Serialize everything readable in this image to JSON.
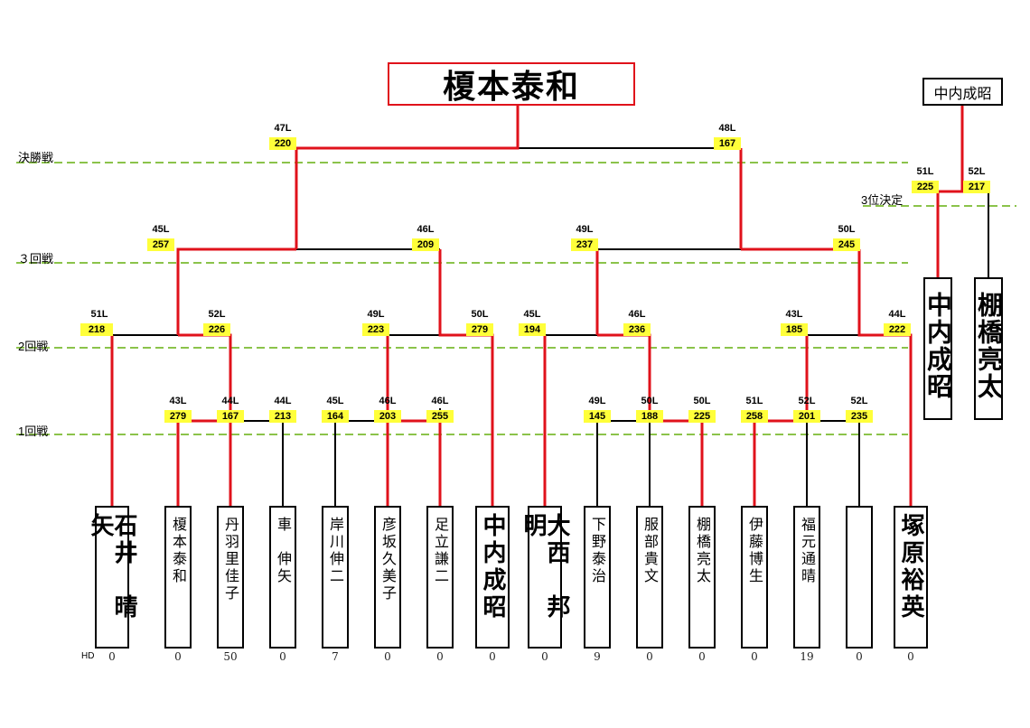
{
  "winner": "榎本泰和",
  "third_place_winner": "中内成昭",
  "round_labels": {
    "final": "決勝戦",
    "r3": "３回戦",
    "r2": "2回戦",
    "r1": "1回戦",
    "third": "3位決定"
  },
  "hd_label": "HD",
  "colors": {
    "win_line": "#e0121b",
    "lose_line": "#000000",
    "guide": "#8bc34a",
    "score_bg": "#ffff3a"
  },
  "players": [
    {
      "name": "石井　晴矢",
      "hd": "0"
    },
    {
      "name": "榎本泰和",
      "hd": "0"
    },
    {
      "name": "丹羽里佳子",
      "hd": "50"
    },
    {
      "name": "車　伸矢",
      "hd": "0"
    },
    {
      "name": "岸川伸二",
      "hd": "7"
    },
    {
      "name": "彦坂久美子",
      "hd": "0"
    },
    {
      "name": "足立謙二",
      "hd": "0"
    },
    {
      "name": "中内成昭",
      "hd": "0"
    },
    {
      "name": "大西　邦明",
      "hd": "0"
    },
    {
      "name": "下野泰治",
      "hd": "9"
    },
    {
      "name": "服部貴文",
      "hd": "0"
    },
    {
      "name": "棚橋亮太",
      "hd": "0"
    },
    {
      "name": "伊藤博生",
      "hd": "0"
    },
    {
      "name": "福元通晴",
      "hd": "19"
    },
    {
      "name": "",
      "hd": "0"
    },
    {
      "name": "塚原裕英",
      "hd": "0"
    }
  ],
  "entries": {
    "r1": [
      {
        "lane": "43L",
        "score": "279"
      },
      {
        "lane": "44L",
        "score": "167"
      },
      {
        "lane": "44L",
        "score": "213"
      },
      {
        "lane": "45L",
        "score": "164"
      },
      {
        "lane": "46L",
        "score": "203"
      },
      {
        "lane": "46L",
        "score": "255"
      },
      {
        "lane": "49L",
        "score": "145"
      },
      {
        "lane": "50L",
        "score": "188"
      },
      {
        "lane": "50L",
        "score": "225"
      },
      {
        "lane": "51L",
        "score": "258"
      },
      {
        "lane": "52L",
        "score": "201"
      },
      {
        "lane": "52L",
        "score": "235"
      }
    ],
    "r2": [
      {
        "lane": "51L",
        "score": "218"
      },
      {
        "lane": "52L",
        "score": "226"
      },
      {
        "lane": "49L",
        "score": "223"
      },
      {
        "lane": "50L",
        "score": "279"
      },
      {
        "lane": "45L",
        "score": "194"
      },
      {
        "lane": "46L",
        "score": "236"
      },
      {
        "lane": "43L",
        "score": "185"
      },
      {
        "lane": "44L",
        "score": "222"
      }
    ],
    "r3": [
      {
        "lane": "45L",
        "score": "257"
      },
      {
        "lane": "46L",
        "score": "209"
      },
      {
        "lane": "49L",
        "score": "237"
      },
      {
        "lane": "50L",
        "score": "245"
      }
    ],
    "final": [
      {
        "lane": "47L",
        "score": "220"
      },
      {
        "lane": "48L",
        "score": "167"
      }
    ],
    "third": [
      {
        "lane": "51L",
        "score": "225"
      },
      {
        "lane": "52L",
        "score": "217"
      }
    ]
  },
  "third_place_players": [
    "中内成昭",
    "棚橋亮太"
  ]
}
